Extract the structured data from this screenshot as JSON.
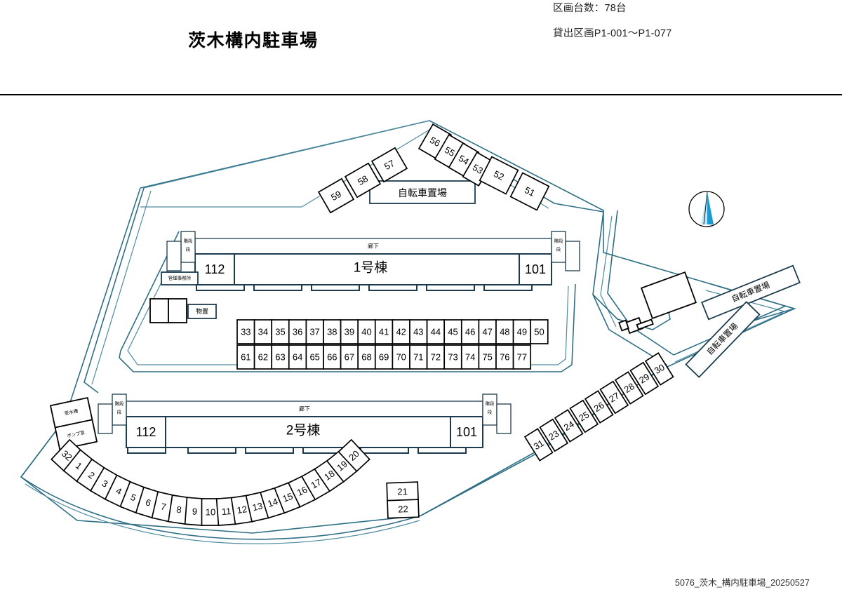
{
  "header": {
    "title": "茨木構内駐車場",
    "stall_count_label": "区画台数：78台",
    "lot_range_label": "貸出区画P1-001〜P1-077"
  },
  "footer": {
    "file_label": "5076_茨木_構内駐車場_20250527"
  },
  "compass": {
    "name": "north-arrow"
  },
  "buildings": [
    {
      "name": "1号棟",
      "left_unit": "112",
      "right_unit": "101",
      "corridor_label": "廊下",
      "stair_left_label": "階段",
      "stair_right_label": "階段",
      "office_label": "管理事務所"
    },
    {
      "name": "2号棟",
      "left_unit": "112",
      "right_unit": "101",
      "corridor_label": "廊下",
      "stair_left_label": "階段",
      "stair_right_label": "階段"
    }
  ],
  "facilities": {
    "storage_label": "物置",
    "water_tank_label": "受水槽",
    "pump_room_label": "ポンプ室",
    "bicycle_label": "自転車置場"
  },
  "bicycle_areas": [
    {
      "label": "自転車置場",
      "position": "top-center"
    },
    {
      "label": "自転車置場",
      "position": "right-upper"
    },
    {
      "label": "自転車置場",
      "position": "right-lower"
    }
  ],
  "stall_groups": [
    {
      "id": "top-left-slope",
      "stalls": [
        "59",
        "58",
        "57"
      ]
    },
    {
      "id": "top-right-slope",
      "stalls": [
        "56",
        "55",
        "54",
        "53",
        "52",
        "51"
      ]
    },
    {
      "id": "center-grid-row-1",
      "stalls": [
        "33",
        "34",
        "35",
        "36",
        "37",
        "38",
        "39",
        "40",
        "41",
        "42",
        "43",
        "44",
        "45",
        "46",
        "47",
        "48",
        "49",
        "50"
      ]
    },
    {
      "id": "center-grid-row-2",
      "stalls": [
        "61",
        "62",
        "63",
        "64",
        "65",
        "66",
        "67",
        "68",
        "69",
        "70",
        "71",
        "72",
        "73",
        "74",
        "75",
        "76",
        "77"
      ]
    },
    {
      "id": "right-diagonal",
      "stalls": [
        "31",
        "23",
        "24",
        "25",
        "26",
        "27",
        "28",
        "29",
        "30"
      ]
    },
    {
      "id": "bottom-arc",
      "stalls": [
        "32",
        "1",
        "2",
        "3",
        "4",
        "5",
        "6",
        "7",
        "8",
        "9",
        "10",
        "11",
        "12",
        "13",
        "14",
        "15",
        "16",
        "17",
        "18",
        "19",
        "20"
      ]
    },
    {
      "id": "bottom-arc-stacked",
      "stalls": [
        "21",
        "22"
      ]
    }
  ],
  "colors": {
    "site_boundary": "#2e6f86",
    "building_outline": "#1c3c4e",
    "stall_outline": "#000000",
    "compass_accent": "#1a9ad1",
    "text": "#1a1a1a"
  }
}
